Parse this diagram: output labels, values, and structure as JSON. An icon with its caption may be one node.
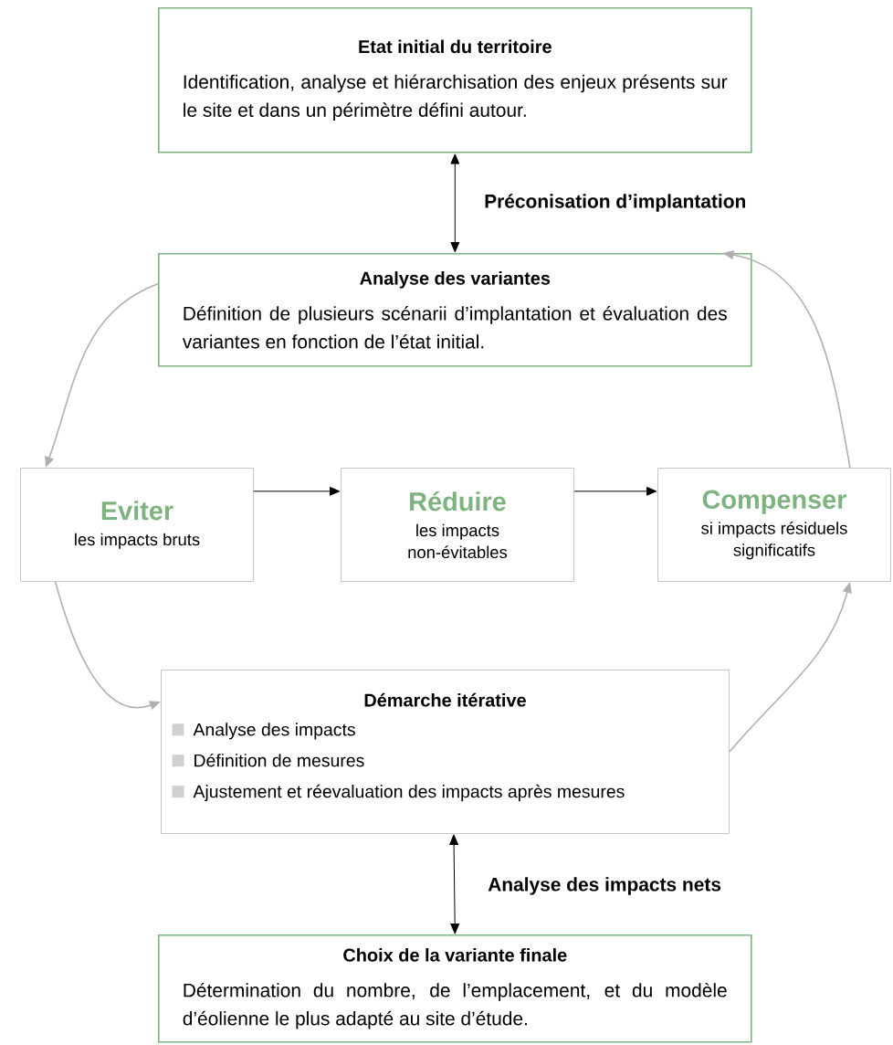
{
  "diagram": {
    "nodes": [
      {
        "text": [
          "Etat initial du territoire",
          "Identification, analyse et hiérarchisation des enjeux présents sur le site et dans un périmètre défini autour."
        ]
      },
      {
        "text": [
          "Analyse des variantes",
          "Définition de plusieurs scénarii d’implantation et évaluation des variantes en fonction de l’état initial."
        ]
      },
      {
        "text": [
          "Eviter",
          "les impacts bruts"
        ]
      },
      {
        "text": [
          "Réduire",
          "les impacts non-évitables"
        ]
      },
      {
        "text": [
          "Compenser",
          "si impacts résiduels significatifs"
        ]
      },
      {
        "text": [
          "Démarche itérative",
          "Analyse des impacts",
          "Définition de mesures",
          "Ajustement et réevaluation des impacts après mesures"
        ]
      },
      {
        "text": [
          "Choix de la variante finale",
          "Détermination du nombre, de l’emplacement, et du modèle d’éolienne le plus adapté au site d’étude."
        ]
      }
    ],
    "edges": [
      {
        "from": 0,
        "to": 1,
        "arrow": "both",
        "label": "Préconisation d’implantation"
      },
      {
        "from": 1,
        "to": 2,
        "arrow": "to",
        "color": "#b0b0b0"
      },
      {
        "from": 2,
        "to": 3,
        "arrow": "to"
      },
      {
        "from": 3,
        "to": 4,
        "arrow": "to"
      },
      {
        "from": 2,
        "to": 5,
        "arrow": "to",
        "color": "#b0b0b0"
      },
      {
        "from": 5,
        "to": 4,
        "arrow": "to",
        "color": "#b0b0b0"
      },
      {
        "from": 4,
        "to": 1,
        "arrow": "to",
        "color": "#b0b0b0"
      },
      {
        "from": 5,
        "to": 6,
        "arrow": "both",
        "label": "Analyse des impacts nets"
      }
    ]
  }
}
